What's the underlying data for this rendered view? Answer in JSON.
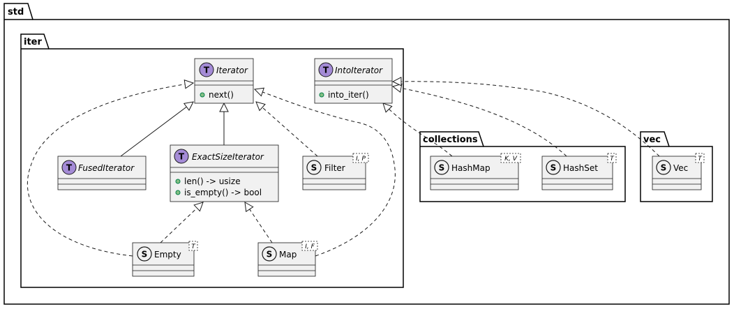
{
  "packages": {
    "std": "std",
    "iter": "iter",
    "collections": "collections",
    "vec": "vec"
  },
  "classes": {
    "iterator": {
      "name": "Iterator",
      "stereotype": "T",
      "methods": [
        "next()"
      ]
    },
    "into_iterator": {
      "name": "IntoIterator",
      "stereotype": "T",
      "methods": [
        "into_iter()"
      ]
    },
    "fused_iterator": {
      "name": "FusedIterator",
      "stereotype": "T",
      "methods": []
    },
    "exact_size_iterator": {
      "name": "ExactSizeIterator",
      "stereotype": "T",
      "methods": [
        "len() -> usize",
        "is_empty() -> bool"
      ]
    },
    "filter": {
      "name": "Filter",
      "stereotype": "S",
      "generics": "I, P",
      "methods": []
    },
    "empty": {
      "name": "Empty",
      "stereotype": "S",
      "generics": "T",
      "methods": []
    },
    "map": {
      "name": "Map",
      "stereotype": "S",
      "generics": "I, F",
      "methods": []
    },
    "hashmap": {
      "name": "HashMap",
      "stereotype": "S",
      "generics": "K, V",
      "methods": []
    },
    "hashset": {
      "name": "HashSet",
      "stereotype": "S",
      "generics": "T",
      "methods": []
    },
    "vec": {
      "name": "Vec",
      "stereotype": "S",
      "generics": "T",
      "methods": []
    }
  },
  "colors": {
    "trait_circle": "#A48BD6",
    "struct_circle": "#F1F1F1",
    "class_fill": "#F1F1F1",
    "class_border": "#181818",
    "method_dot": "#84BE84"
  }
}
